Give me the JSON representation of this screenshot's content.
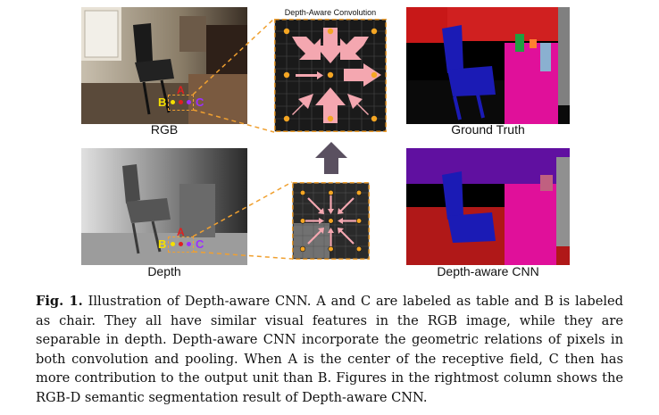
{
  "figure": {
    "labels": {
      "rgb": "RGB",
      "depth": "Depth",
      "ground_truth": "Ground Truth",
      "depth_aware_cnn": "Depth-aware CNN",
      "conv_title": "Depth-Aware Convolution"
    },
    "points": {
      "a": "A",
      "b": "B",
      "c": "C"
    },
    "colors": {
      "dashed": "#f0a030",
      "dot": "#f5a623",
      "arrow": "#f4a7b0",
      "big_arrow": "#5a5060",
      "point_a": "#e02020",
      "point_b": "#f5e000",
      "point_c": "#9b30ff"
    }
  },
  "caption": {
    "label": "Fig. 1.",
    "text": "Illustration of Depth-aware CNN. A and C are labeled as table and B is labeled as chair. They all have similar visual features in the RGB image, while they are separable in depth. Depth-aware CNN incorporate the geometric relations of pixels in both convolution and pooling. When A is the center of the receptive field, C then has more contribution to the output unit than B. Figures in the rightmost column shows the RGB-D semantic segmentation result of Depth-aware CNN."
  }
}
